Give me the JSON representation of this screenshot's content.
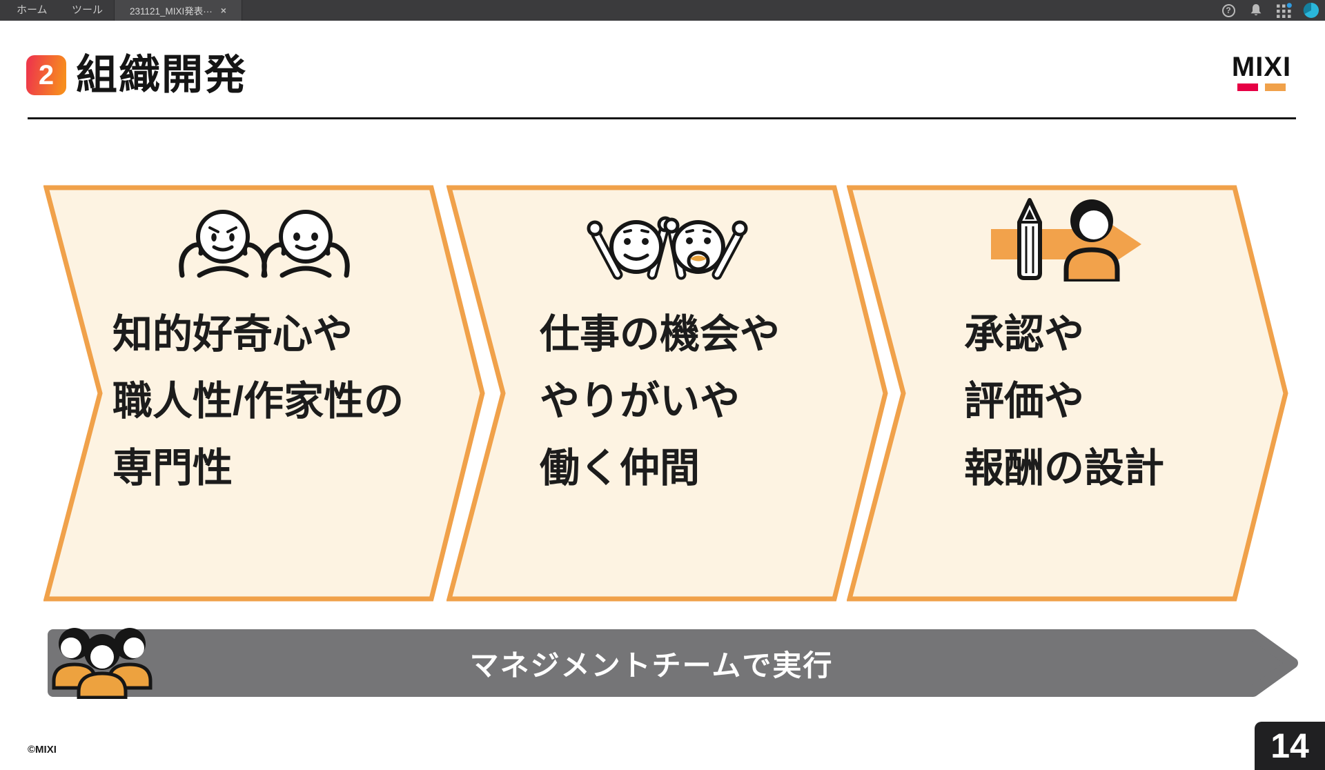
{
  "topbar": {
    "menu_home": "ホーム",
    "menu_tools": "ツール",
    "tab_title": "231121_MIXI発表···",
    "tab_close": "×",
    "help_label": "?",
    "icons": [
      "help-icon",
      "bell-icon",
      "apps-grid-icon",
      "account-avatar"
    ]
  },
  "slide": {
    "badge": "2",
    "title": "組織開発",
    "logo_text": "MIXI",
    "steps": [
      {
        "icon": "two-people-flexing",
        "lines": [
          "知的好奇心や",
          "職人性/作家性の",
          "専門性"
        ]
      },
      {
        "icon": "two-people-cheering",
        "lines": [
          "仕事の機会や",
          "やりがいや",
          "働く仲間"
        ]
      },
      {
        "icon": "pencil-person-arrow",
        "lines": [
          "承認や",
          "評価や",
          "報酬の設計"
        ]
      }
    ],
    "banner_text": "マネジメントチームで実行",
    "copyright": "©MIXI",
    "page_number": "14"
  },
  "colors": {
    "topbar_bg": "#3B3B3D",
    "box_fill": "#FDF3E2",
    "accent_orange": "#F0A14A",
    "banner_gray": "#757577",
    "badge_gradient_start": "#EE3A49",
    "badge_gradient_end": "#F78D1E",
    "logo_red": "#E60044",
    "logo_orange": "#F0A14A",
    "apps_blue_dot": "#2F9BE0",
    "avatar_cyan": "#2AB7DB",
    "page_box": "#202022"
  }
}
